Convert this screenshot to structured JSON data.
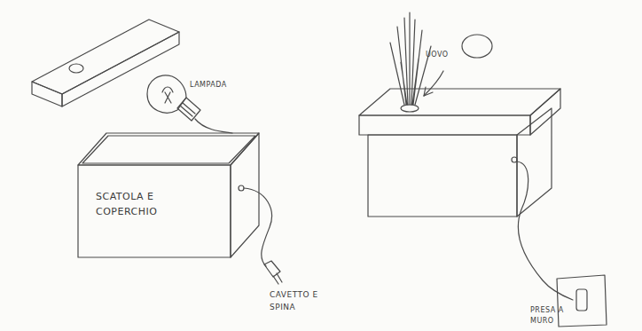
{
  "diagram": {
    "labels": [
      "LAMPADA",
      "SCATOLA E COPERCHIO",
      "CAVETTO E SPINA",
      "UOVO",
      "PRESA A MURO"
    ]
  }
}
